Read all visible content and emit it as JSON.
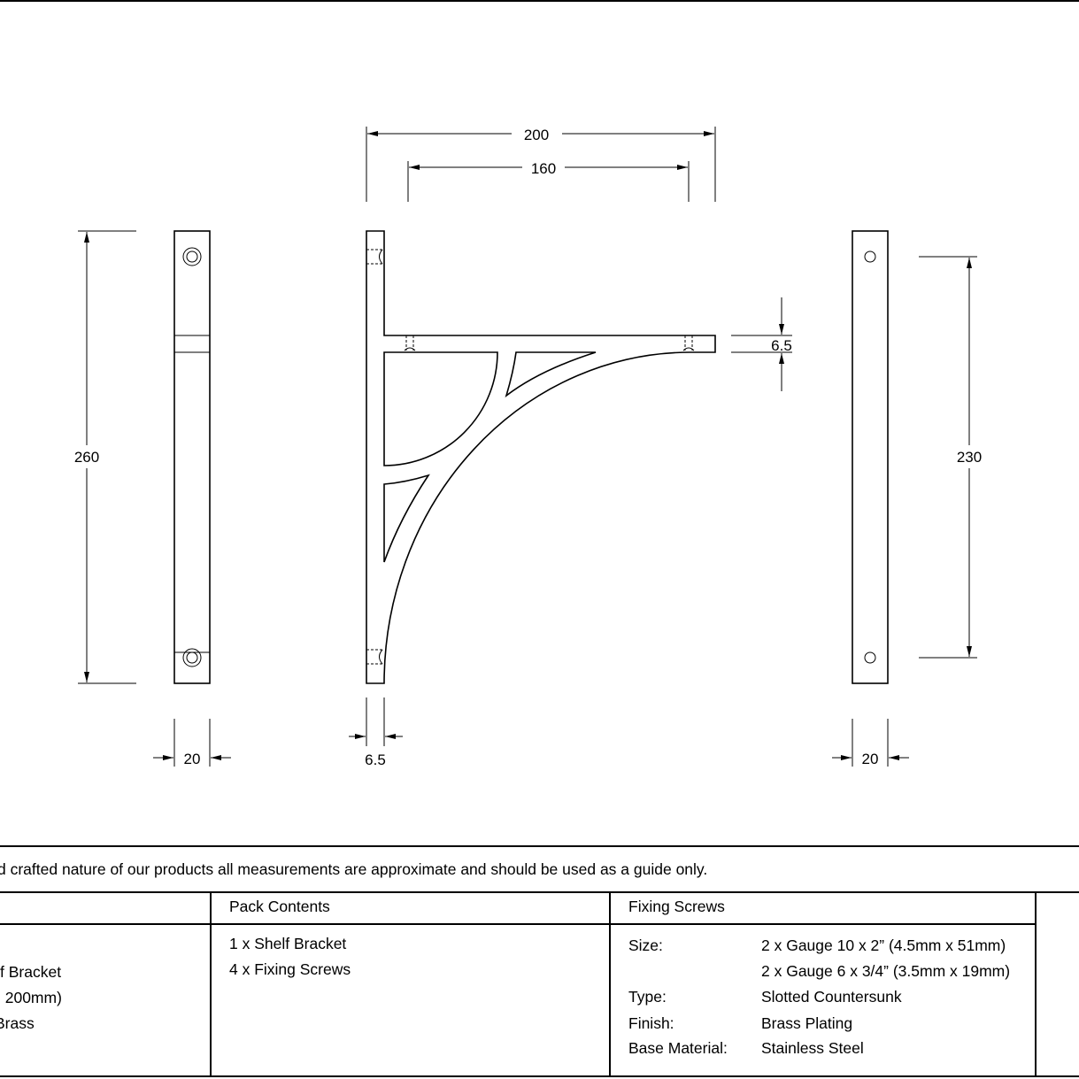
{
  "dimensions": {
    "overall_width": "200",
    "inner_width": "160",
    "arm_thickness": "6.5",
    "height_left": "260",
    "height_right": "230",
    "left_view_width": "20",
    "plate_thickness": "6.5",
    "right_view_width": "20"
  },
  "notice": "d crafted nature of our products all measurements are approximate and should be used as a guide only.",
  "product": {
    "lines": [
      "f Bracket",
      ": 200mm)",
      "Brass"
    ]
  },
  "pack_contents": {
    "header": "Pack Contents",
    "items": [
      "1 x Shelf Bracket",
      "4 x Fixing Screws"
    ]
  },
  "fixing_screws": {
    "header": "Fixing Screws",
    "size_label": "Size:",
    "size_values": [
      "2 x Gauge 10 x 2” (4.5mm x 51mm)",
      "2 x Gauge 6 x 3/4” (3.5mm x 19mm)"
    ],
    "type_label": "Type:",
    "type_value": "Slotted Countersunk",
    "finish_label": "Finish:",
    "finish_value": "Brass Plating",
    "material_label": "Base Material:",
    "material_value": "Stainless Steel"
  }
}
